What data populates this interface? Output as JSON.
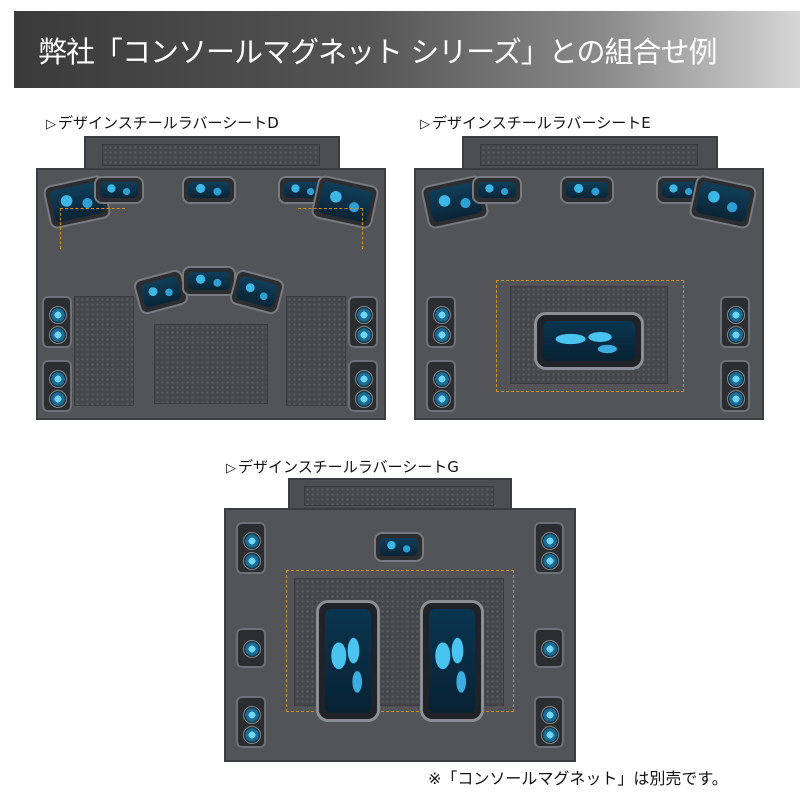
{
  "header": {
    "title": "弊社「コンソールマグネット シリーズ」との組合せ例"
  },
  "sheets": [
    {
      "label": "デザインスチールラバーシートD",
      "marker": "▷"
    },
    {
      "label": "デザインスチールラバーシートE",
      "marker": "▷"
    },
    {
      "label": "デザインスチールラバーシートG",
      "marker": "▷"
    }
  ],
  "footer": {
    "note": "※「コンソールマグネット」は別売です。"
  },
  "colors": {
    "mat": "#535457",
    "accent_line": "#c8931f",
    "screen": "#3db6e6"
  }
}
